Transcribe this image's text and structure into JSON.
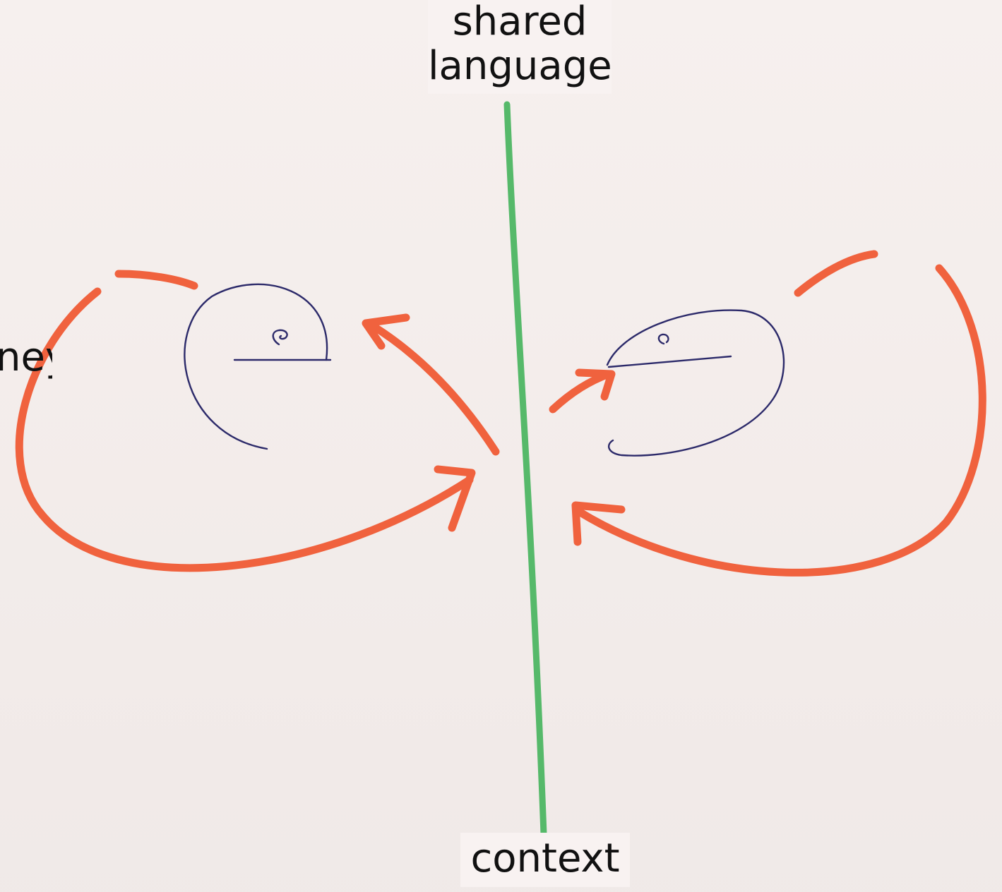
{
  "labels": {
    "top_line1": "shared",
    "top_line2": "language",
    "bottom": "context",
    "left_partial": "ney"
  },
  "colors": {
    "background": "#f5eeec",
    "divider_line": "#56b96a",
    "arrows": "#f0623e",
    "heads": "#2c2a6a"
  }
}
